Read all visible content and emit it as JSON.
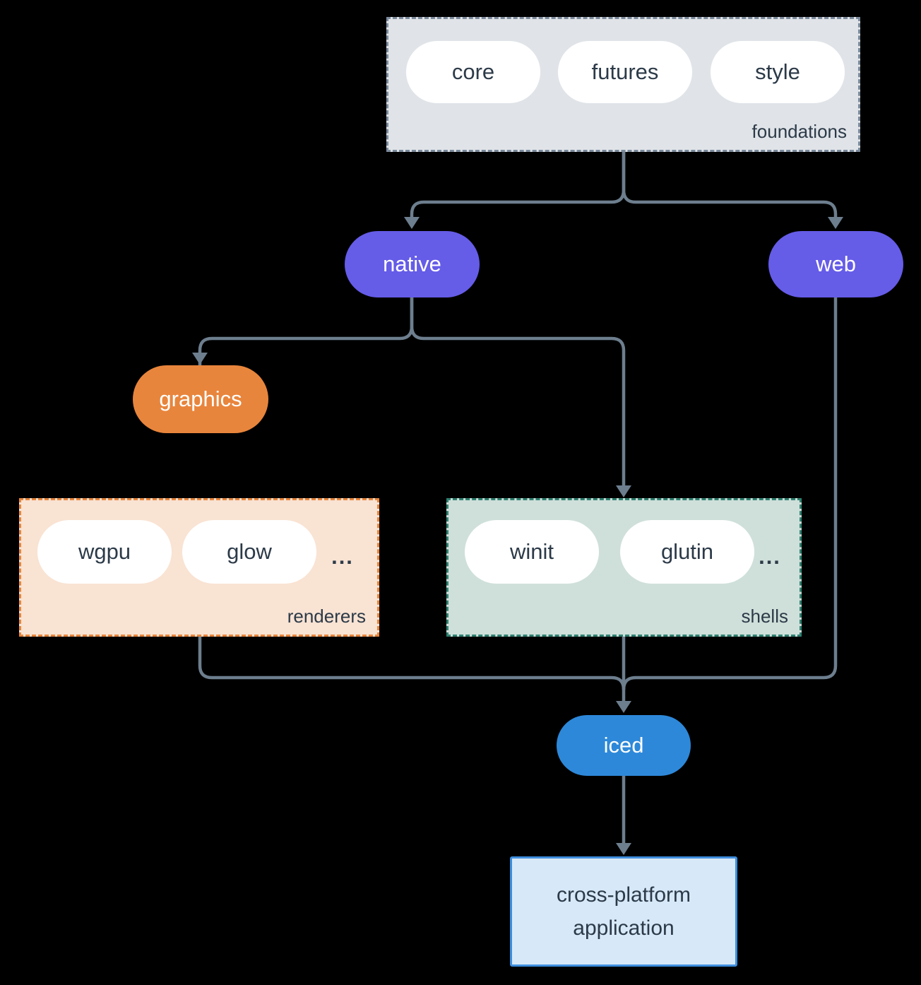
{
  "diagram": {
    "foundations": {
      "label": "foundations",
      "pills": [
        "core",
        "futures",
        "style"
      ]
    },
    "native": {
      "label": "native"
    },
    "web": {
      "label": "web"
    },
    "graphics": {
      "label": "graphics"
    },
    "renderers": {
      "label": "renderers",
      "pills": [
        "wgpu",
        "glow"
      ],
      "ellipsis": "..."
    },
    "shells": {
      "label": "shells",
      "pills": [
        "winit",
        "glutin"
      ],
      "ellipsis": "..."
    },
    "iced": {
      "label": "iced"
    },
    "application": {
      "line1": "cross-platform",
      "line2": "application"
    }
  },
  "colors": {
    "background": "#000000",
    "edge": "#6d7e8e",
    "node_purple": "#655ce8",
    "node_orange": "#e8853c",
    "node_blue": "#2d88d9",
    "foundations_fill": "#e0e4e8",
    "foundations_border": "#7b8a9c",
    "renderers_fill": "#f9e3d3",
    "renderers_border": "#e8853c",
    "shells_fill": "#cfe0da",
    "shells_border": "#2f8070",
    "application_fill": "#d7e8f8",
    "application_border": "#3e8edd",
    "text_dark": "#2c3a48",
    "text_light": "#ffffff"
  }
}
